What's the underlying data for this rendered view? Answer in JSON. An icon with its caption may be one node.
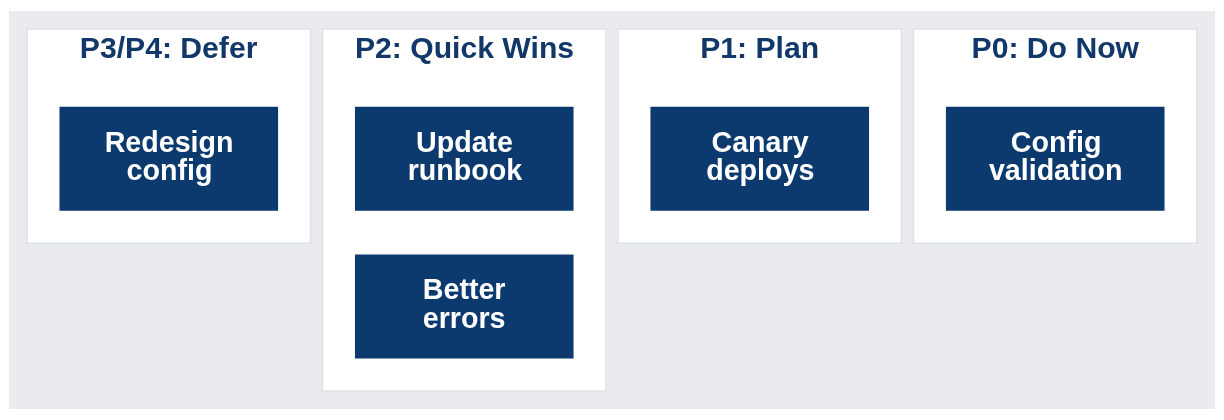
{
  "diagram": {
    "nodes": [
      {
        "text": [
          "P3/P4: Defer"
        ]
      },
      {
        "text": [
          "Redesign config"
        ],
        "in": 0
      },
      {
        "text": [
          "P2: Quick Wins"
        ]
      },
      {
        "text": [
          "Update runbook"
        ],
        "in": 2
      },
      {
        "text": [
          "Better errors"
        ],
        "in": 2
      },
      {
        "text": [
          "P1: Plan"
        ]
      },
      {
        "text": [
          "Canary deploys"
        ],
        "in": 5
      },
      {
        "text": [
          "P0: Do Now"
        ]
      },
      {
        "text": [
          "Config validation"
        ],
        "in": 7
      }
    ]
  }
}
